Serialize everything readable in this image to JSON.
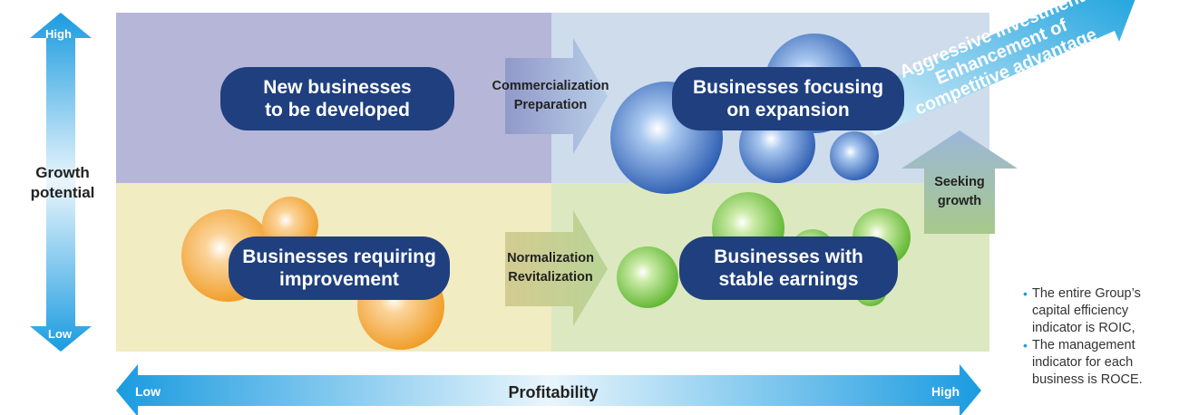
{
  "axes": {
    "y_title": "Growth\npotential",
    "y_high": "High",
    "y_low": "Low",
    "x_title": "Profitability",
    "x_low": "Low",
    "x_high": "High"
  },
  "quadrants": {
    "top_left": "New businesses\nto be developed",
    "top_right": "Businesses focusing\non expansion",
    "bottom_left": "Businesses requiring\nimprovement",
    "bottom_right": "Businesses with\nstable earnings"
  },
  "transitions": {
    "top": "Commercialization\nPreparation",
    "bottom": "Normalization\nRevitalization",
    "up": "Seeking\ngrowth",
    "diagonal_lines": [
      "Aggressive investment",
      "Enhancement of",
      "competitive advantage"
    ]
  },
  "notes": [
    "The entire Group’s capital efficiency indicator is ROIC,",
    "The management indicator for each business is ROCE."
  ],
  "colors": {
    "pill": "#1f3f7e",
    "top_left_bg": "#b6b6d9",
    "top_right_bg": "#cedcec",
    "bottom_left_bg": "#f1ecc2",
    "bottom_right_bg": "#dce8c0",
    "arrow_blue": "#1aa0dc"
  }
}
